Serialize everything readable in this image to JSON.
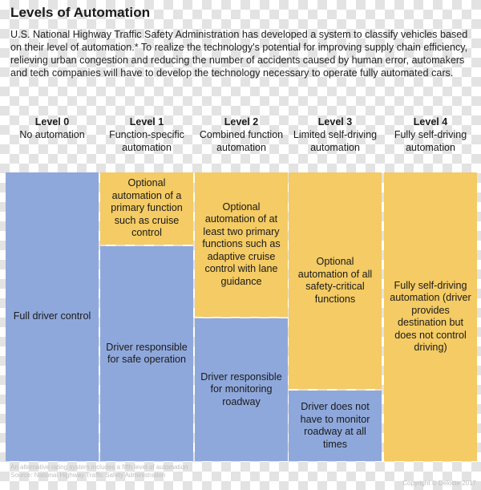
{
  "title": "Levels of Automation",
  "intro": " U.S. National Highway Traffic Safety Administration has developed a system to classify vehicles based on their level of automation.* To realize the technology's potential for improving supply chain efficiency, relieving urban congestion and reducing the number of accidents caused by human error, automakers and tech companies will have to develop the technology necessary to operate fully automated cars.",
  "colors": {
    "driver": "#8fa8dc",
    "automation": "#f4cb64"
  },
  "levels": [
    {
      "level": "Level 0",
      "desc": "No automation",
      "automation_share": 0,
      "automation_text": "",
      "driver_text": "Full driver control"
    },
    {
      "level": "Level 1",
      "desc": "Function-specific automation",
      "automation_share": 0.25,
      "automation_text": "Optional automation of a primary function such as cruise control",
      "driver_text": "Driver responsible for safe operation"
    },
    {
      "level": "Level 2",
      "desc": "Combined function automation",
      "automation_share": 0.5,
      "automation_text": "Optional automation of at least two primary functions such as adaptive cruise control with lane guidance",
      "driver_text": "Driver responsible for monitoring roadway"
    },
    {
      "level": "Level 3",
      "desc": "Limited self-driving automation",
      "automation_share": 0.75,
      "automation_text": "Optional automation of all safety-critical functions",
      "driver_text": "Driver does not have to monitor roadway at all times"
    },
    {
      "level": "Level 4",
      "desc": "Fully self-driving automation",
      "automation_share": 1,
      "automation_text": "Fully self-driving automation (driver provides destination but does not control driving)",
      "driver_text": ""
    }
  ],
  "footnote_line1": "An alternative rating system includes a fifth level of automation",
  "footnote_line2": "Source: National Highway Traffic Safety Administration",
  "copyright": "Copyright © Deloitte 2017"
}
